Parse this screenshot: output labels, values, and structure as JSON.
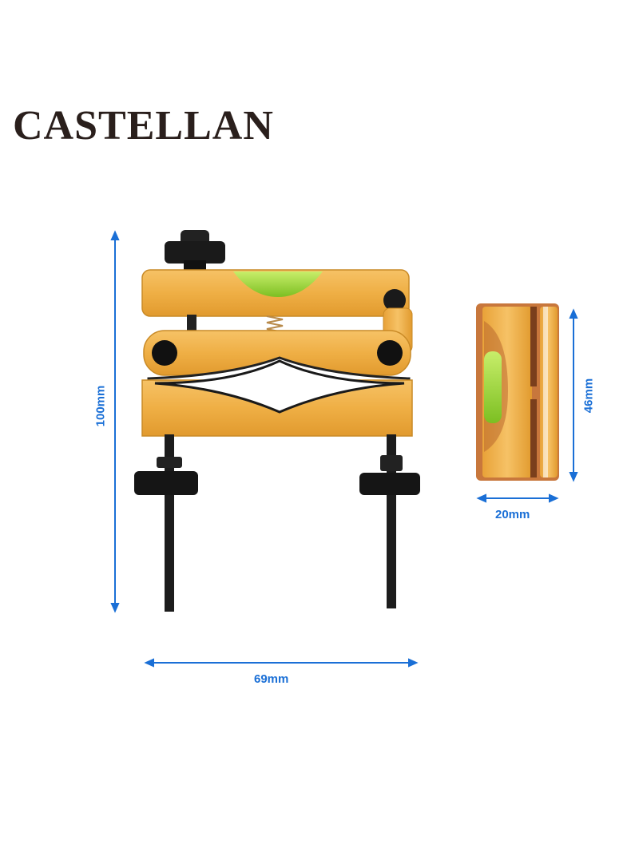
{
  "brand": {
    "name": "CASTELLAN"
  },
  "dimensions": {
    "height": "100mm",
    "width": "69mm",
    "side_height": "46mm",
    "side_width": "20mm"
  },
  "colors": {
    "wood": "#f0b14a",
    "wood_dark": "#d8962c",
    "bubble": "#9fd63a",
    "hardware": "#1a1a1a",
    "dimension_line": "#1a6fd6"
  }
}
